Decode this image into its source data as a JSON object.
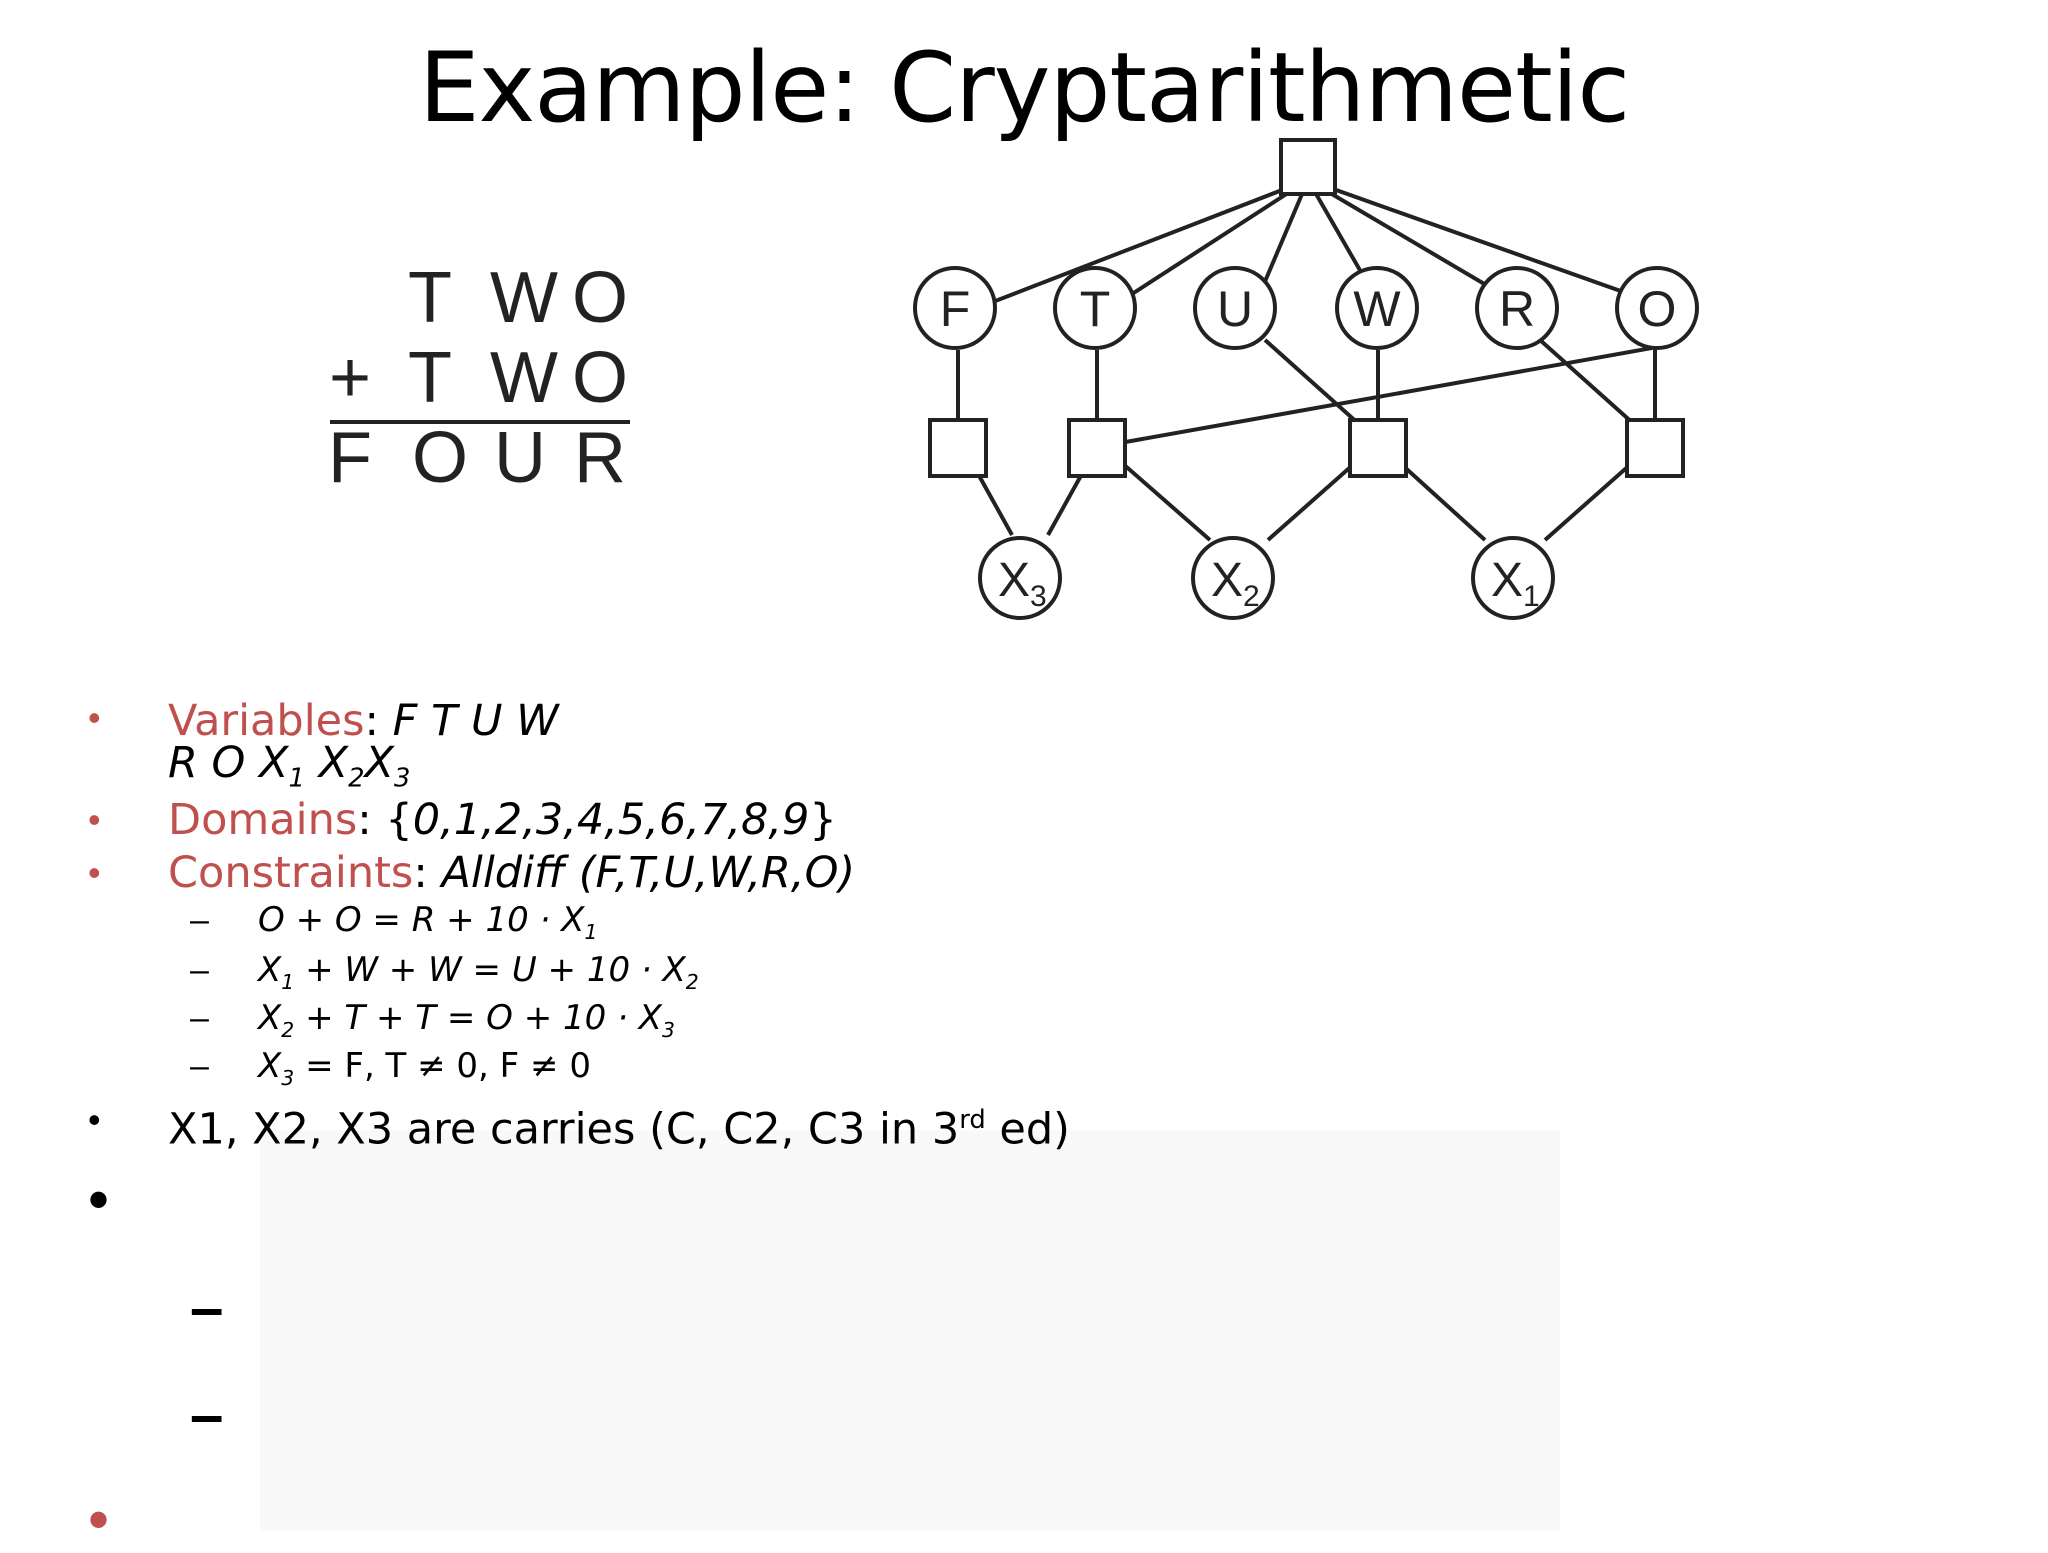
{
  "title": "Example: Cryptarithmetic",
  "puzzle": {
    "row1": [
      "T",
      "W",
      "O"
    ],
    "plus": "+",
    "row2": [
      "T",
      "W",
      "O"
    ],
    "row3": [
      "F",
      "O",
      "U",
      "R"
    ]
  },
  "graph": {
    "variables": [
      "F",
      "T",
      "U",
      "W",
      "R",
      "O"
    ],
    "carries": [
      {
        "base": "X",
        "sub": "3"
      },
      {
        "base": "X",
        "sub": "2"
      },
      {
        "base": "X",
        "sub": "1"
      }
    ]
  },
  "bullets": {
    "variables_label": "Variables",
    "variables_line1": "F T U W",
    "variables_line2_prefix": "R O X",
    "variables_sub1": "1",
    "variables_mid2": " X",
    "variables_sub2": "2",
    "variables_mid3": "X",
    "variables_sub3": "3",
    "domains_label": "Domains",
    "domains_open": "{",
    "domains_values": "0,1,2,3,4,5,6,7,8,9",
    "domains_close": "}",
    "constraints_label": "Constraints",
    "constraints_value": "Alldiff (F,T,U,W,R,O)",
    "sep": ": ",
    "c1_text": "O + O = R + 10 · X",
    "c1_sub": "1",
    "c2_a": "X",
    "c2_a_sub": "1",
    "c2_b": " + W + W = U + 10 · X",
    "c2_b_sub": "2",
    "c3_a": "X",
    "c3_a_sub": "2",
    "c3_b": " + T + T = O + 10 · X",
    "c3_b_sub": "3",
    "c4_a": "X",
    "c4_a_sub": "3",
    "c4_b": " = F, T ≠ 0, F ≠ 0",
    "carries_text": "X1, X2, X3 are carries (C, C2, C3 in 3",
    "carries_sup": "rd",
    "carries_end": " ed)",
    "bullet": "•",
    "dash": "–"
  }
}
